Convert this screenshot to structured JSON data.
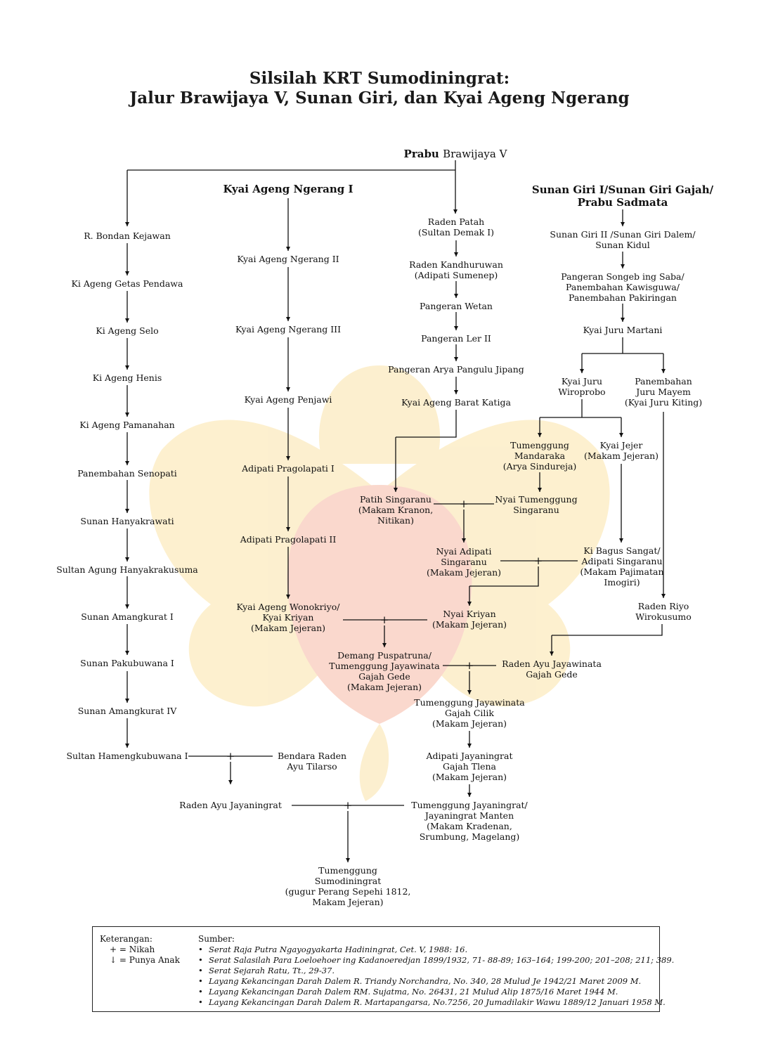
{
  "title": {
    "line1": "Silsilah KRT Sumodiningrat:",
    "line2": "Jalur Brawijaya V, Sunan Giri, dan Kyai Ageng Ngerang"
  },
  "colors": {
    "line": "#111111",
    "watermark_red": "#f3b8a8",
    "watermark_gold": "#fbe6b0"
  },
  "nodes": {
    "brawijaya_prefix": "Prabu",
    "brawijaya": "Brawijaya V",
    "ngerang1": "Kyai Ageng Ngerang I",
    "giri1": "Sunan Giri I/Sunan Giri Gajah/\nPrabu Sadmata",
    "bondan": "R. Bondan Kejawan",
    "getas": "Ki Ageng Getas Pendawa",
    "selo": "Ki Ageng Selo",
    "henis": "Ki Ageng Henis",
    "pamanahan": "Ki Ageng Pamanahan",
    "senopati": "Panembahan Senopati",
    "hanyakrawati": "Sunan Hanyakrawati",
    "sultan_agung": "Sultan Agung Hanyakrakusuma",
    "amangkurat1": "Sunan Amangkurat I",
    "pakubuwana1": "Sunan Pakubuwana I",
    "amangkurat4": "Sunan Amangkurat IV",
    "hb1": "Sultan Hamengkubuwana I",
    "tilarso": "Bendara Raden\nAyu Tilarso",
    "ra_jayaningrat": "Raden Ayu Jayaningrat",
    "ngerang2": "Kyai Ageng Ngerang II",
    "ngerang3": "Kyai Ageng Ngerang III",
    "penjawi": "Kyai Ageng Penjawi",
    "pragola1": "Adipati Pragolapati I",
    "pragola2": "Adipati Pragolapati II",
    "wonokriyo": "Kyai Ageng Wonokriyo/\nKyai Kriyan\n(Makam Jejeran)",
    "patah": "Raden Patah\n(Sultan Demak I)",
    "kandhuruwan": "Raden Kandhuruwan\n(Adipati Sumenep)",
    "wetan": "Pangeran Wetan",
    "ler2": "Pangeran Ler II",
    "jipang": "Pangeran Arya Pangulu Jipang",
    "katiga": "Kyai Ageng Barat Katiga",
    "singaranu": "Patih Singaranu\n(Makam Kranon,\nNitikan)",
    "nyai_tumenggung": "Nyai Tumenggung\nSingaranu",
    "nyai_adipati": "Nyai Adipati\nSingaranu\n(Makam Jejeran)",
    "nyai_kriyan": "Nyai Kriyan\n(Makam Jejeran)",
    "puspatruna": "Demang Puspatruna/\nTumenggung Jayawinata\nGajah Gede\n(Makam Jejeran)",
    "ra_jayawinata": "Raden Ayu Jayawinata\nGajah Gede",
    "gajah_cilik": "Tumenggung Jayawinata\nGajah Cilik\n(Makam Jejeran)",
    "gajah_tlena": "Adipati Jayaningrat\nGajah Tlena\n(Makam Jejeran)",
    "jayaningrat_manten": "Tumenggung Jayaningrat/\nJayaningrat Manten\n(Makam Kradenan,\nSrumbung, Magelang)",
    "sumodiningrat": "Tumenggung\nSumodiningrat\n(gugur Perang Sepehi 1812,\nMakam Jejeran)",
    "giri2": "Sunan Giri II /Sunan Giri Dalem/\nSunan Kidul",
    "songeb": "Pangeran Songeb ing Saba/\nPanembahan Kawisguwa/\nPanembahan Pakiringan",
    "martani": "Kyai Juru Martani",
    "wiroprobo": "Kyai Juru\nWiroprobo",
    "mayem": "Panembahan\nJuru Mayem\n(Kyai Juru Kiting)",
    "mandaraka": "Tumenggung\nMandaraka\n(Arya Sindureja)",
    "jejer": "Kyai Jejer\n(Makam Jejeran)",
    "bagus_sangat": "Ki Bagus Sangat/\nAdipati Singaranu\n(Makam Pajimatan\nImogiri)",
    "riyo": "Raden Riyo\nWirokusumo"
  },
  "legend": {
    "heading": "Keterangan:",
    "marriage": "+ = Nikah",
    "child": "↓ = Punya Anak"
  },
  "sources": {
    "heading": "Sumber:",
    "items": [
      "Serat Raja Putra Ngayogyakarta Hadiningrat, Cet. V, 1988: 16.",
      "Serat Salasilah Para Loeloehoer ing Kadanoeredjan 1899/1932, 71- 88-89; 163–164; 199-200; 201–208; 211; 389.",
      "Serat Sejarah Ratu, Tt., 29-37.",
      "Layang Kekancingan Darah Dalem R. Triandy Norchandra, No. 340, 28 Mulud Je 1942/21 Maret 2009 M.",
      "Layang Kekancingan Darah Dalem RM. Sujatma, No. 26431, 21 Mulud Alip 1875/16 Maret 1944 M.",
      "Layang Kekancingan Darah Dalem R. Martapangarsa, No.7256, 20 Jumadilakir Wawu 1889/12 Januari 1958 M."
    ]
  }
}
